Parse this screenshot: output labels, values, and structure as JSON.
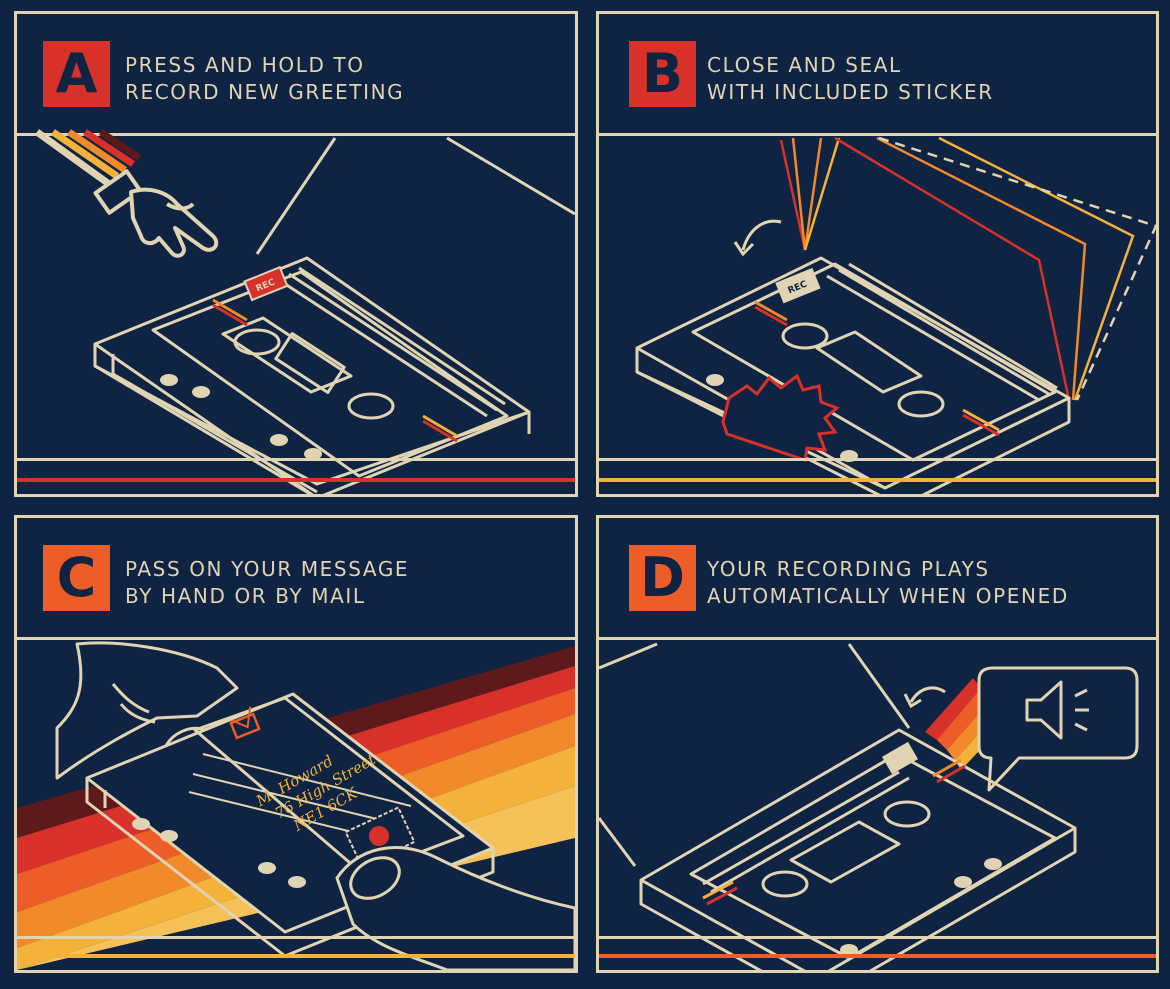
{
  "colors": {
    "background": "#0f2342",
    "line": "#e0d4b3",
    "red": "#d8312a",
    "orange": "#ec5d27",
    "amber": "#f08a2b",
    "yellow": "#f4b23a",
    "dark_red": "#5e1a1a"
  },
  "panels": [
    {
      "letter": "A",
      "letter_color": "#d8312a",
      "caption_line1": "PRESS AND HOLD TO",
      "caption_line2": "RECORD NEW GREETING",
      "icons": [
        "pointing-hand-icon",
        "cassette-icon"
      ],
      "rec_label": "REC"
    },
    {
      "letter": "B",
      "letter_color": "#d8312a",
      "caption_line1": "CLOSE AND SEAL",
      "caption_line2": "WITH INCLUDED STICKER",
      "icons": [
        "curved-arrow-icon",
        "sticker-icon",
        "cassette-icon"
      ],
      "rec_label": "REC"
    },
    {
      "letter": "C",
      "letter_color": "#ec5d27",
      "caption_line1": "PASS ON YOUR MESSAGE",
      "caption_line2": "BY HAND OR BY MAIL",
      "icons": [
        "hand-holding-icon",
        "envelope-icon",
        "stamp-icon"
      ],
      "address_lines": [
        "M. Howard",
        "76 High Street",
        "NE1 6CK"
      ]
    },
    {
      "letter": "D",
      "letter_color": "#ec5d27",
      "caption_line1": "YOUR RECORDING PLAYS",
      "caption_line2": "AUTOMATICALLY WHEN OPENED",
      "icons": [
        "speaker-icon",
        "curved-arrow-icon",
        "cassette-icon"
      ]
    }
  ]
}
